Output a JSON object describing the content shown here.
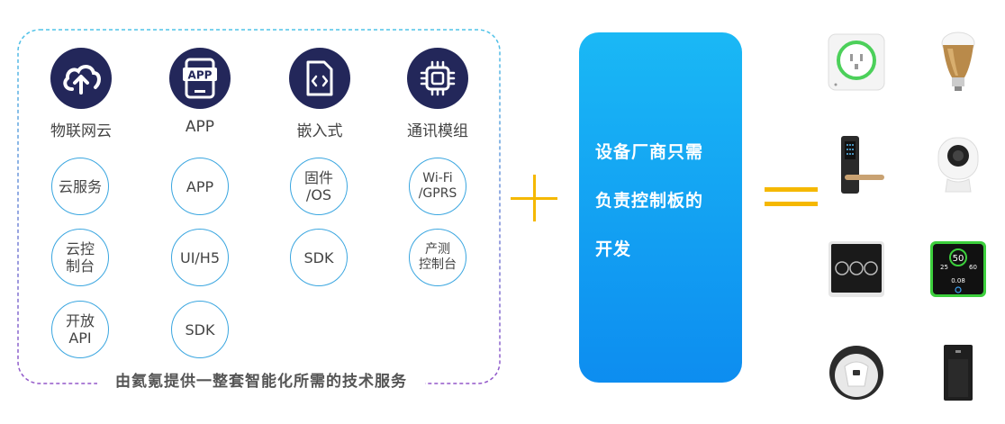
{
  "caption": "由氦氪提供一整套智能化所需的技术服务",
  "columns": [
    {
      "icon": "cloud-upload-icon",
      "label": "物联网云",
      "items": [
        "云服务",
        "云控\n制台",
        "开放\nAPI"
      ]
    },
    {
      "icon": "app-icon",
      "icon_text": "APP",
      "label": "APP",
      "items": [
        "APP",
        "UI/H5",
        "SDK"
      ]
    },
    {
      "icon": "code-file-icon",
      "label": "嵌入式",
      "items": [
        "固件\n/OS",
        "SDK"
      ]
    },
    {
      "icon": "chip-icon",
      "label": "通讯模组",
      "items": [
        "Wi-Fi\n/GPRS",
        "产测\n控制台"
      ]
    }
  ],
  "center": {
    "lines": [
      "设备厂商只需",
      "负责控制板的",
      "开发"
    ]
  },
  "devices": [
    {
      "name": "smart-socket"
    },
    {
      "name": "smart-bulb"
    },
    {
      "name": "smart-door-lock"
    },
    {
      "name": "smart-camera"
    },
    {
      "name": "smart-switch-panel"
    },
    {
      "name": "air-quality-monitor",
      "display_value": "50",
      "left_value": "25",
      "right_value": "60",
      "bottom_value": "0.08"
    },
    {
      "name": "robot-vacuum"
    },
    {
      "name": "air-purifier"
    }
  ],
  "colors": {
    "icon_bg": "#23275a",
    "circle_border": "#3aa6e0",
    "accent": "#f5b800",
    "box_top": "#1ab8f5",
    "box_bottom": "#0d8df0"
  }
}
